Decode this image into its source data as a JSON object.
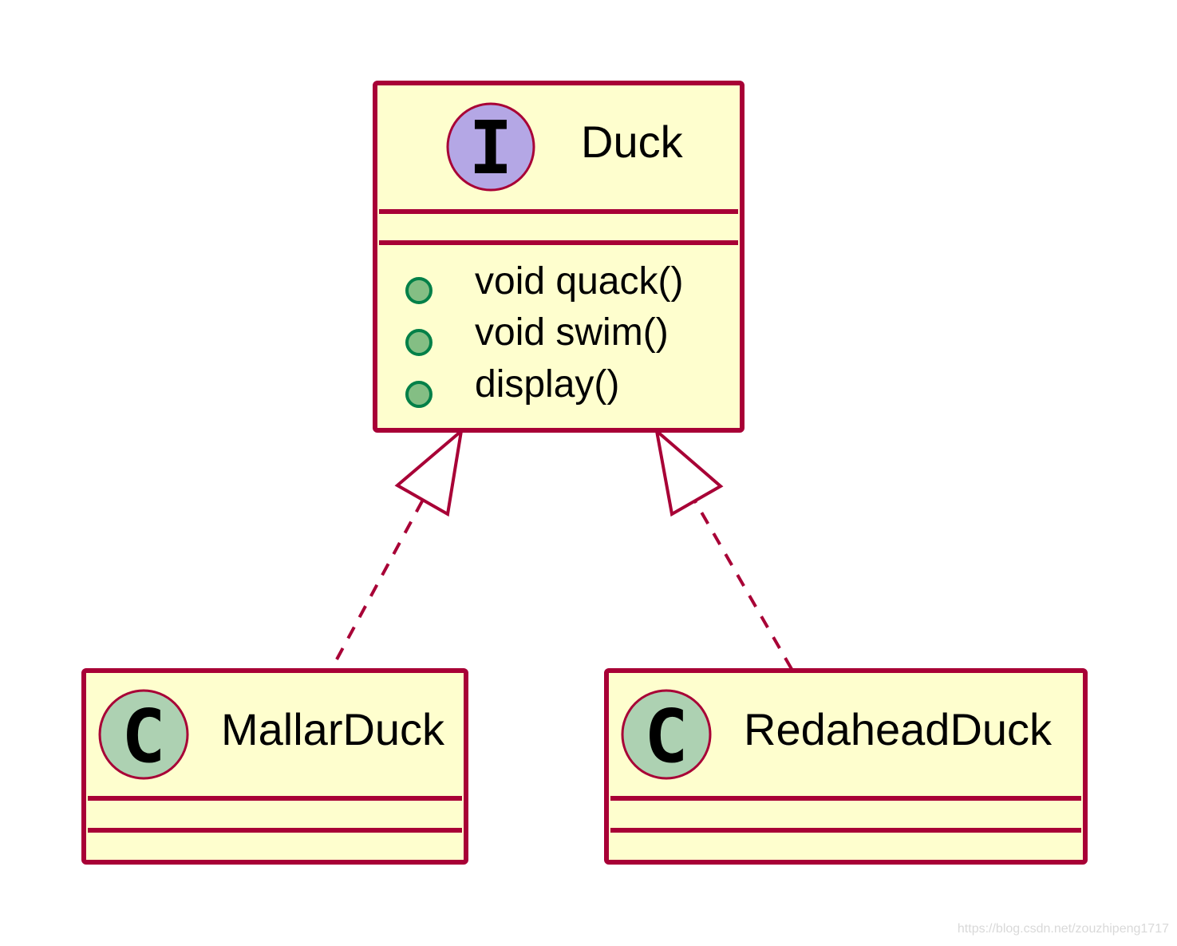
{
  "colors": {
    "border": "#A80036",
    "class_fill": "#FEFECE",
    "interface_badge": "#B4A7E5",
    "class_badge": "#ADD1B2",
    "method_dot_fill": "#84BE84",
    "method_dot_stroke": "#038048"
  },
  "interface": {
    "stereotype_letter": "I",
    "name": "Duck",
    "methods": [
      "void quack()",
      "void swim()",
      "display()"
    ]
  },
  "classes": [
    {
      "stereotype_letter": "C",
      "name": "MallarDuck"
    },
    {
      "stereotype_letter": "C",
      "name": "RedaheadDuck"
    }
  ],
  "relations": [
    {
      "from": "MallarDuck",
      "to": "Duck",
      "type": "realization"
    },
    {
      "from": "RedaheadDuck",
      "to": "Duck",
      "type": "realization"
    }
  ],
  "watermark": "https://blog.csdn.net/zouzhipeng1717"
}
